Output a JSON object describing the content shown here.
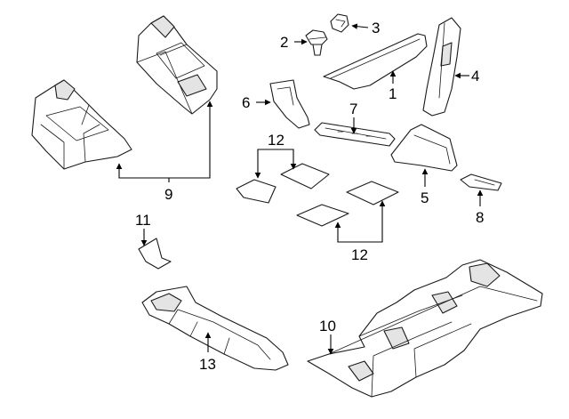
{
  "callouts": {
    "c1": "1",
    "c2": "2",
    "c3": "3",
    "c4": "4",
    "c5": "5",
    "c6": "6",
    "c7": "7",
    "c8": "8",
    "c9": "9",
    "c10": "10",
    "c11": "11",
    "c12_top": "12",
    "c12_bottom": "12",
    "c13": "13"
  }
}
